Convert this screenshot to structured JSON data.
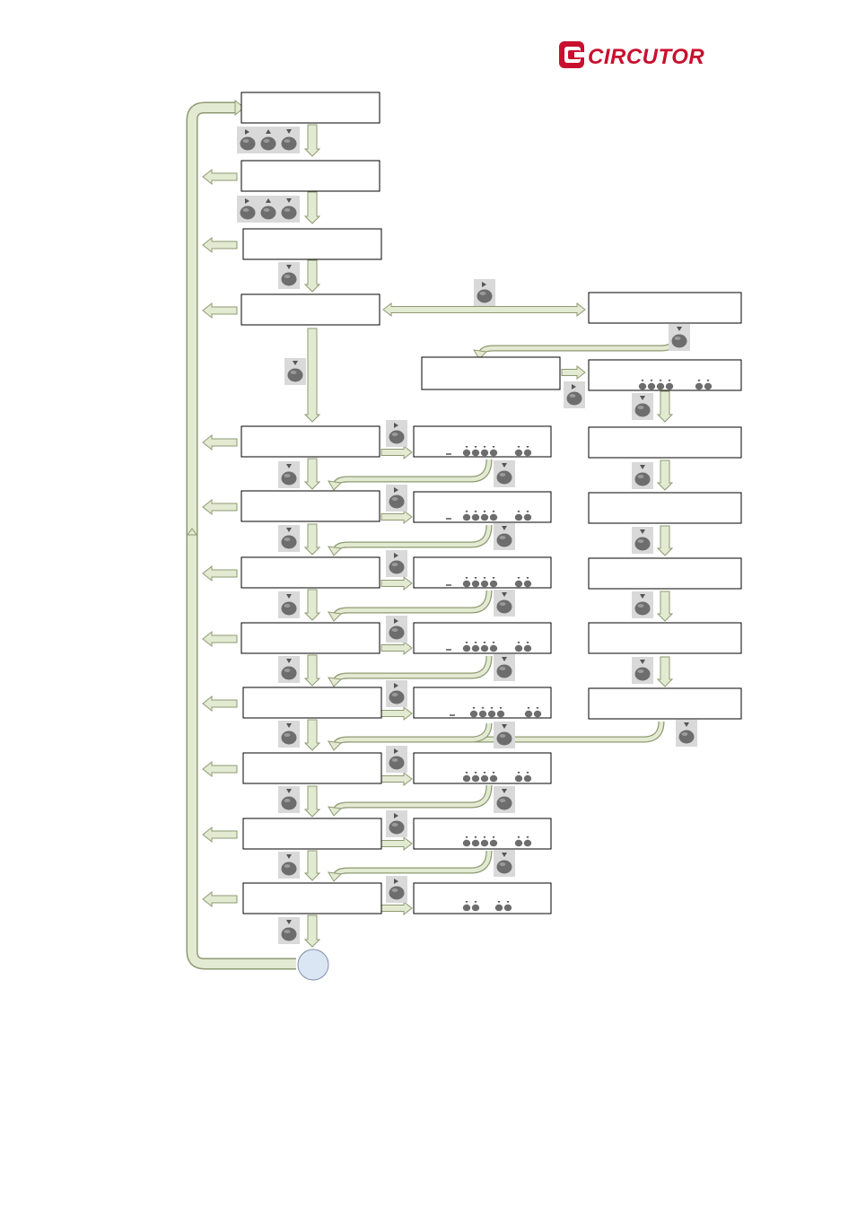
{
  "brand": {
    "name": "CIRCUTOR",
    "color": "#c8102e"
  },
  "colors": {
    "arrow_fill": "#e3ead2",
    "arrow_stroke": "#8e9a72",
    "box_stroke": "#000000",
    "key_bg": "#d9d9d9",
    "key_body": "#6d6d6d",
    "end_circle_fill": "#dbe6f5",
    "end_circle_stroke": "#7f8fa8"
  },
  "icons": {
    "key_down": "down-key-icon",
    "key_up": "up-key-icon",
    "key_right": "right-key-icon",
    "logo": "circutor-logo-icon",
    "end": "end-circle-icon"
  },
  "flowchart": {
    "screens_main": 12,
    "screens_edit": 8,
    "screens_right": 7,
    "screen_text": ""
  }
}
